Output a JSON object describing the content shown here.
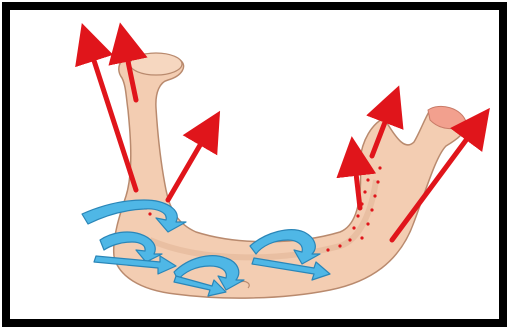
{
  "figure": {
    "subject": "mandible-force-vectors",
    "colors": {
      "frame": "#000000",
      "bone_fill": "#f3cdb2",
      "bone_stroke": "#b98a6e",
      "condyle_highlight": "#f2a08e",
      "muscle_force": "#e0151b",
      "torsion_arrow": "#4fb7e6",
      "torsion_arrow_edge": "#2a86b8",
      "dotted_line": "#e0151b"
    },
    "icons": [
      "red-force-arrow",
      "blue-curved-torsion-arrow"
    ]
  }
}
